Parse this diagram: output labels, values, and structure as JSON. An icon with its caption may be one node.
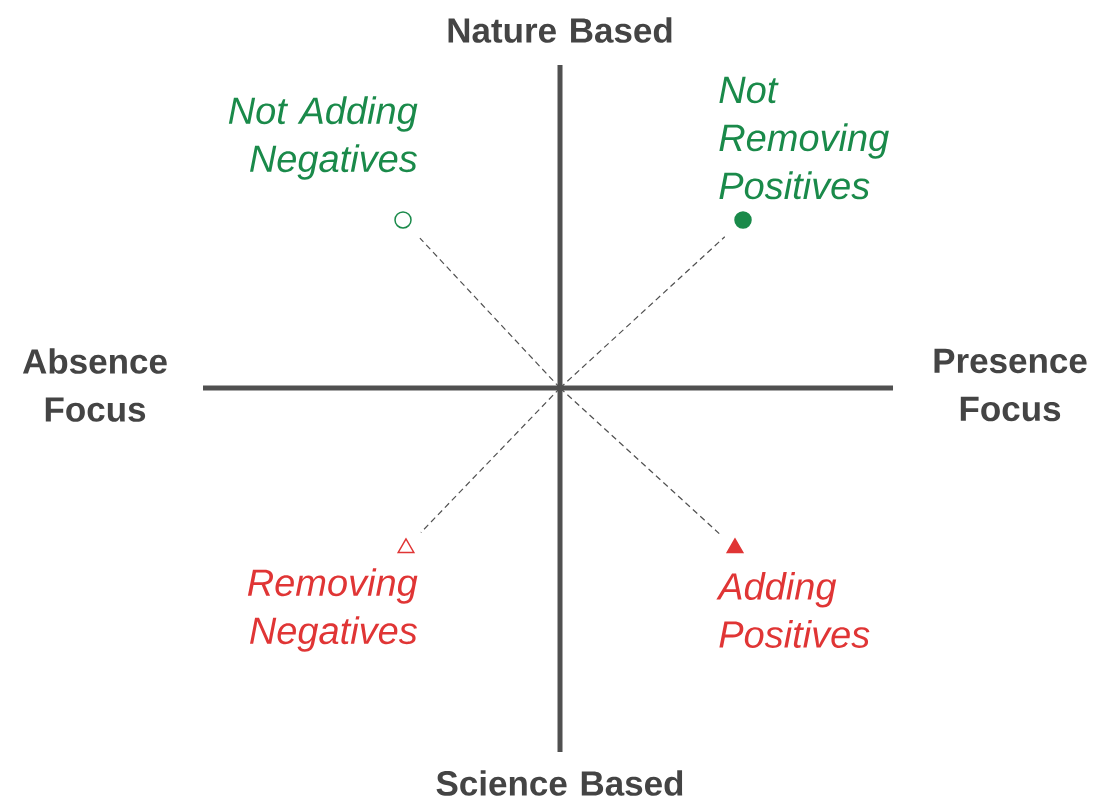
{
  "diagram": {
    "nodes": [
      {
        "text": [],
        "shape": "circle",
        "beside": [
          "Not Adding Negatives"
        ]
      },
      {
        "text": [],
        "shape": "dot",
        "beside": [
          "Not Removing Positives"
        ]
      },
      {
        "text": [],
        "shape": "triangle",
        "beside": [
          "Removing Negatives"
        ]
      },
      {
        "text": [],
        "shape": "solid-triangle",
        "beside": [
          "Adding Positives"
        ]
      }
    ],
    "edges": [
      {
        "from": null,
        "to": 0,
        "arrow": "none",
        "style": "dashed"
      },
      {
        "from": null,
        "to": 1,
        "arrow": "none",
        "style": "dashed"
      },
      {
        "from": null,
        "to": 2,
        "arrow": "none",
        "style": "dashed"
      },
      {
        "from": null,
        "to": 3,
        "arrow": "none",
        "style": "dashed"
      }
    ],
    "labels": [
      "Nature Based",
      "Absence Focus",
      "Presence Focus",
      "Science Based"
    ]
  }
}
